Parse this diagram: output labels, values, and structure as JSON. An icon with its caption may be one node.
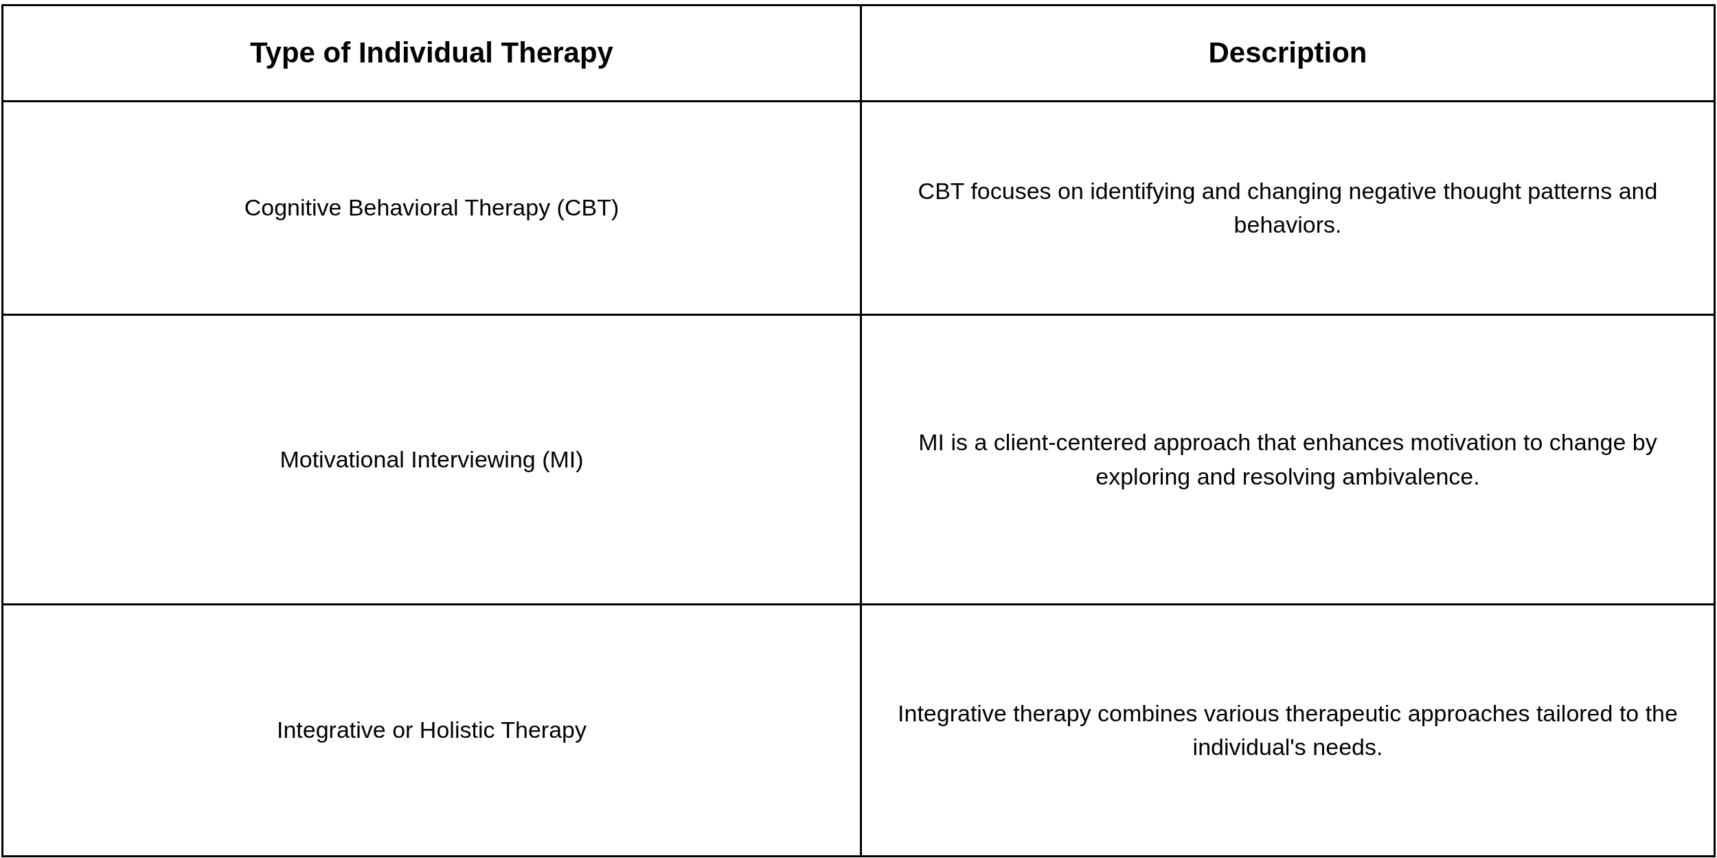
{
  "diagram": {
    "labels": [
      "Type of Individual Therapy",
      "Description",
      "Cognitive Behavioral Therapy (CBT)",
      "CBT focuses on identifying and changing negative thought patterns and behaviors.",
      "Motivational Interviewing (MI)",
      "MI is a client-centered approach that enhances motivation to change by exploring and resolving ambivalence.",
      "Integrative or Holistic Therapy",
      "Integrative therapy combines various therapeutic approaches tailored to the individual's needs."
    ]
  }
}
